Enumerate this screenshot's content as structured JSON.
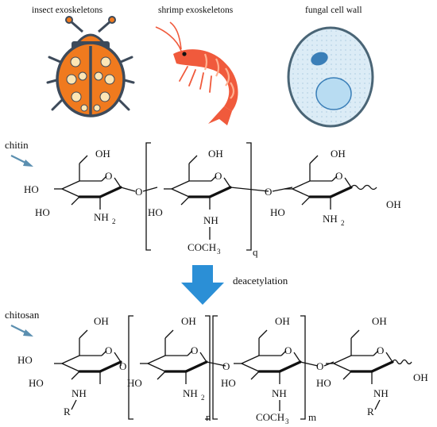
{
  "sources": [
    {
      "label": "insect exoskeletons",
      "icon": "ladybug-icon"
    },
    {
      "label": "shrimp exoskeletons",
      "icon": "shrimp-icon"
    },
    {
      "label": "fungal cell wall",
      "icon": "fungal-cell-icon"
    }
  ],
  "chitin": {
    "name": "chitin",
    "repeat_subscript": "q",
    "atoms": {
      "OH": "OH",
      "HO": "HO",
      "O": "O",
      "NH": "NH",
      "NH2_main": "NH",
      "two": "2",
      "COCH": "COCH",
      "three": "3"
    }
  },
  "arrow": {
    "label": "deacetylation"
  },
  "chitosan": {
    "name": "chitosan",
    "repeat_n": "n",
    "repeat_m": "m",
    "R": "R"
  },
  "colors": {
    "arrow_blue": "#2b8fd6",
    "pointer_arrow": "#5b8fb0",
    "ladybug_orange": "#f07a1e",
    "ladybug_dark": "#3d4a5a",
    "shrimp_red": "#f05a3c",
    "shrimp_light": "#ffb090",
    "cell_fill": "#dcecf6",
    "cell_border": "#4a6576"
  }
}
